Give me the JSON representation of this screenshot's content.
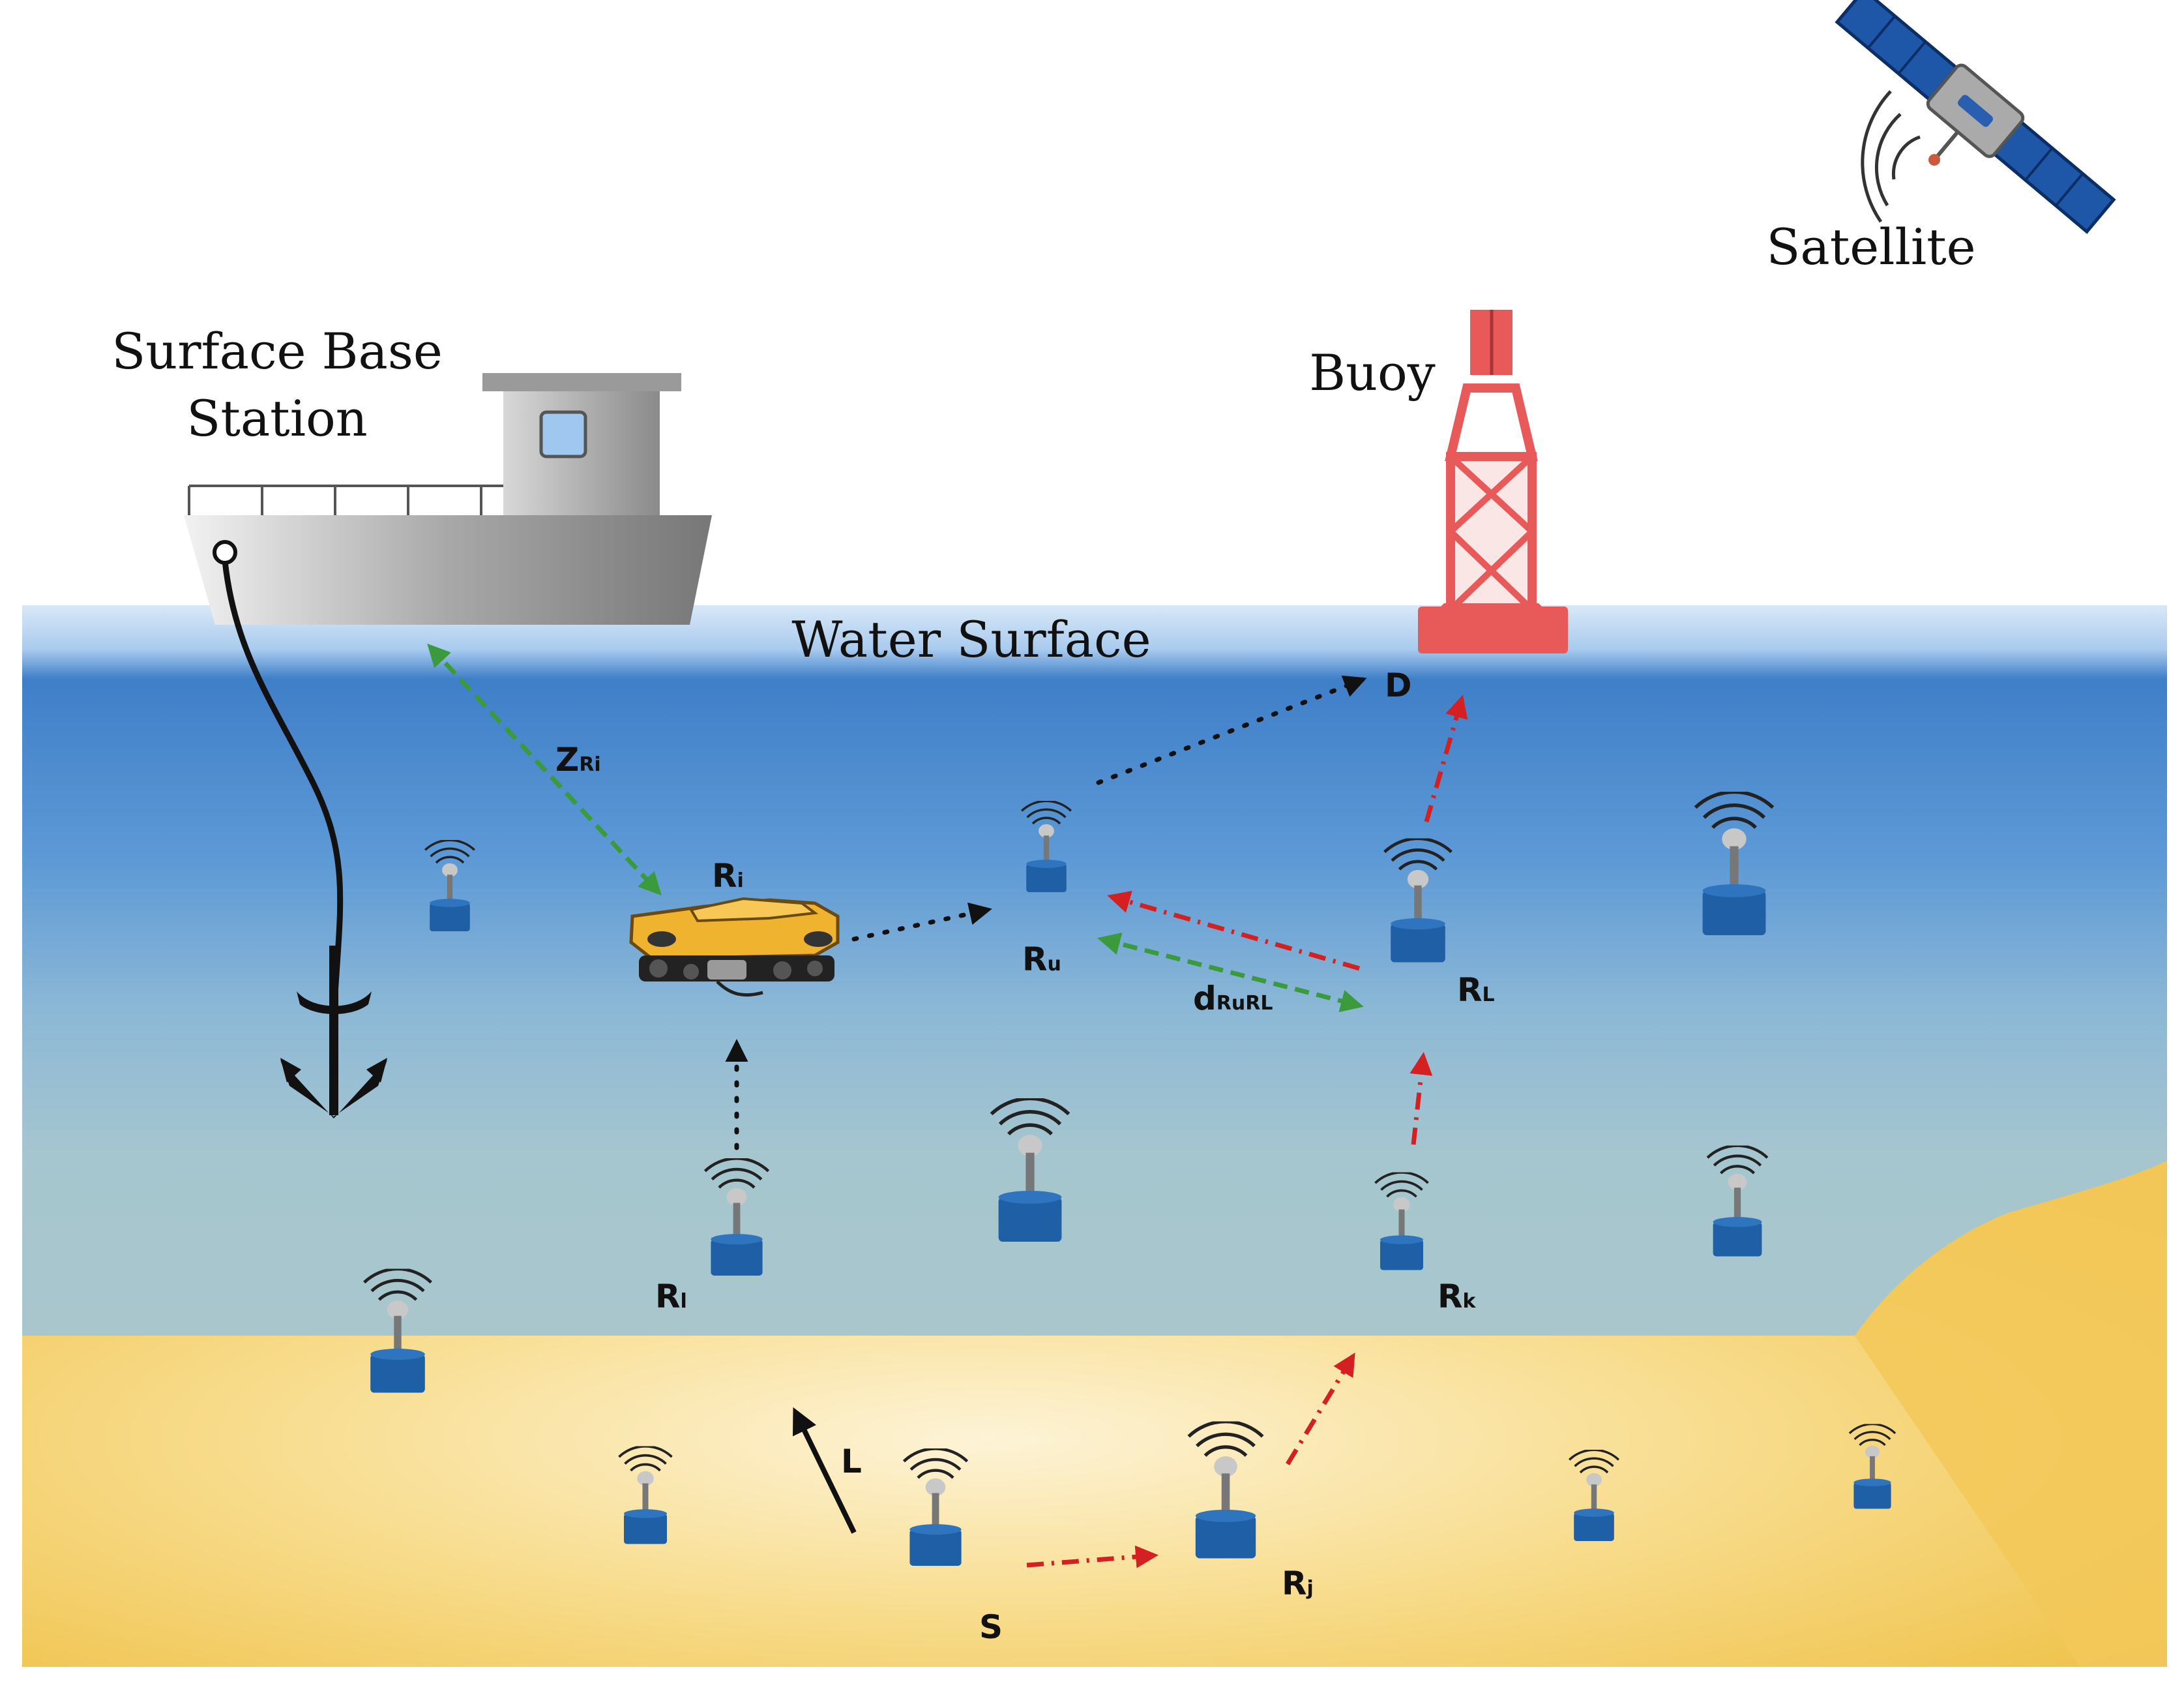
{
  "labels": {
    "satellite": "Satellite",
    "surface_base_station_line1": "Surface Base",
    "surface_base_station_line2": "Station",
    "buoy": "Buoy",
    "water_surface": "Water Surface"
  },
  "nodes": {
    "destination": "D",
    "source": "S",
    "ri_main": "R",
    "ri_sub": "i",
    "ru_main": "R",
    "ru_sub": "u",
    "rl_upper_main": "R",
    "rl_upper_sub": "L",
    "rl_lower_main": "R",
    "rl_lower_sub": "l",
    "rk_main": "R",
    "rk_sub": "k",
    "rj_main": "R",
    "rj_sub": "j"
  },
  "links": {
    "z_main": "Z",
    "z_sub": "Ri",
    "d_main": "d",
    "d_sub": "RuRL",
    "l_label": "L"
  },
  "colors": {
    "sky": "#ffffff",
    "water_top": "#c9def3",
    "water_mid": "#3f83cc",
    "water_deep": "#a8c8cf",
    "sand": "#f6d479",
    "sensor_body": "#1f5fa6",
    "buoy_red": "#e85a5a",
    "green_link": "#3b9a3b",
    "red_link": "#d42020",
    "black_link": "#111111"
  },
  "icons": [
    "satellite-icon",
    "ship-icon",
    "buoy-icon",
    "auv-icon",
    "anchor-icon",
    "sensor-node-icon"
  ]
}
